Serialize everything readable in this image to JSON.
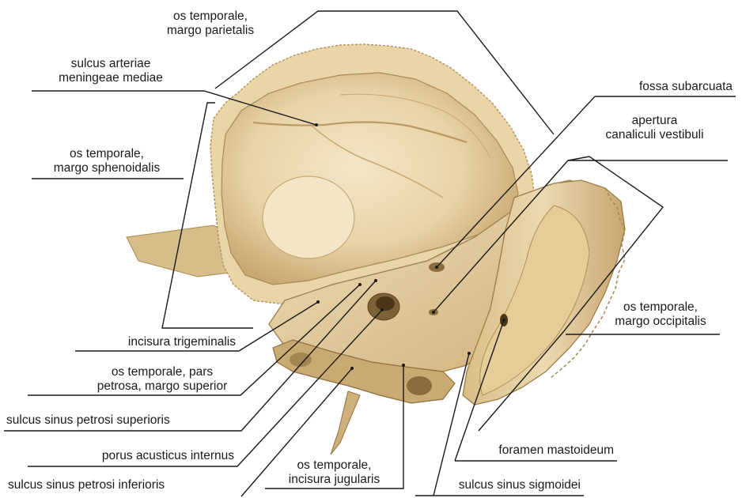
{
  "labels": {
    "margo_parietalis": [
      "os temporale,",
      "margo parietalis"
    ],
    "sulcus_meningeae": [
      "sulcus arteriae",
      "meningeae mediae"
    ],
    "margo_sphenoidalis": [
      "os temporale,",
      "margo sphenoidalis"
    ],
    "incisura_trigeminalis": [
      "incisura trigeminalis"
    ],
    "pars_petrosa": [
      "os temporale, pars",
      "petrosa, margo superior"
    ],
    "sulcus_petrosi_superioris": [
      "sulcus sinus petrosi superioris"
    ],
    "porus_acusticus": [
      "porus acusticus internus"
    ],
    "sulcus_petrosi_inferioris": [
      "sulcus sinus petrosi inferioris"
    ],
    "incisura_jugularis": [
      "os temporale,",
      "incisura jugularis"
    ],
    "fossa_subarcuata": [
      "fossa subarcuata"
    ],
    "apertura_vestibuli": [
      "apertura",
      "canaliculi vestibuli"
    ],
    "margo_occipitalis": [
      "os temporale,",
      "margo occipitalis"
    ],
    "foramen_mastoideum": [
      "foramen mastoideum"
    ],
    "sulcus_sigmoidei": [
      "sulcus sinus sigmoidei"
    ]
  },
  "colors": {
    "bone_light": "#f1e2bf",
    "bone_mid": "#e0c894",
    "bone_dark": "#b89a62",
    "bone_shadow": "#7d6238",
    "line": "#1a1a1a"
  }
}
